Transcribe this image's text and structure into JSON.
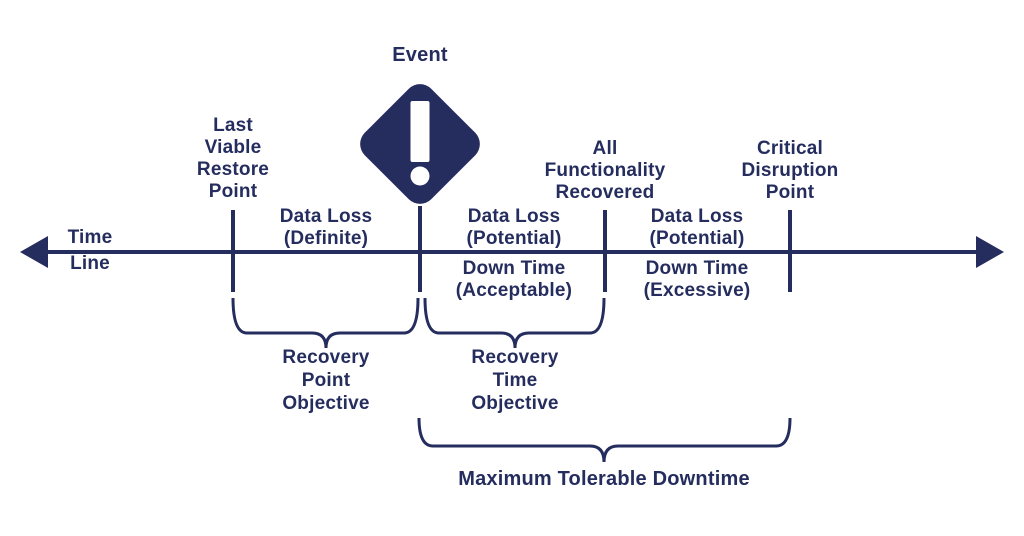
{
  "colors": {
    "ink": "#252d5e",
    "background": "#ffffff",
    "event_symbol": "#ffffff"
  },
  "timeline": {
    "label": "Time\nLine"
  },
  "event": {
    "label": "Event",
    "symbol": "exclamation-mark"
  },
  "markers": {
    "last_viable_restore_point": "Last\nViable\nRestore\nPoint",
    "all_functionality_recovered": "All\nFunctionality\nRecovered",
    "critical_disruption_point": "Critical\nDisruption\nPoint"
  },
  "segments": {
    "between_restore_and_event_above": "Data Loss\n(Definite)",
    "between_event_and_recovered_above": "Data Loss\n(Potential)",
    "between_event_and_recovered_below": "Down Time\n(Acceptable)",
    "between_recovered_and_critical_above": "Data Loss\n(Potential)",
    "between_recovered_and_critical_below": "Down Time\n(Excessive)"
  },
  "braces": {
    "recovery_point_objective": "Recovery\nPoint\nObjective",
    "recovery_time_objective": "Recovery\nTime\nObjective",
    "maximum_tolerable_downtime": "Maximum Tolerable Downtime"
  }
}
